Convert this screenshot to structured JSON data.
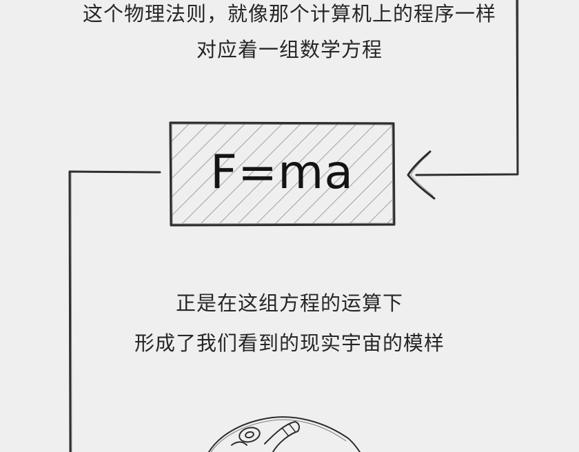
{
  "panel": {
    "line1": "这个物理法则，就像那个计算机上的程序一样",
    "line2": "对应着一组数学方程",
    "formula": "F=ma",
    "line3": "正是在这组方程的运算下",
    "line4": "形成了我们看到的现实宇宙的模样"
  },
  "colors": {
    "background": "#efefef",
    "ink": "#262626"
  }
}
